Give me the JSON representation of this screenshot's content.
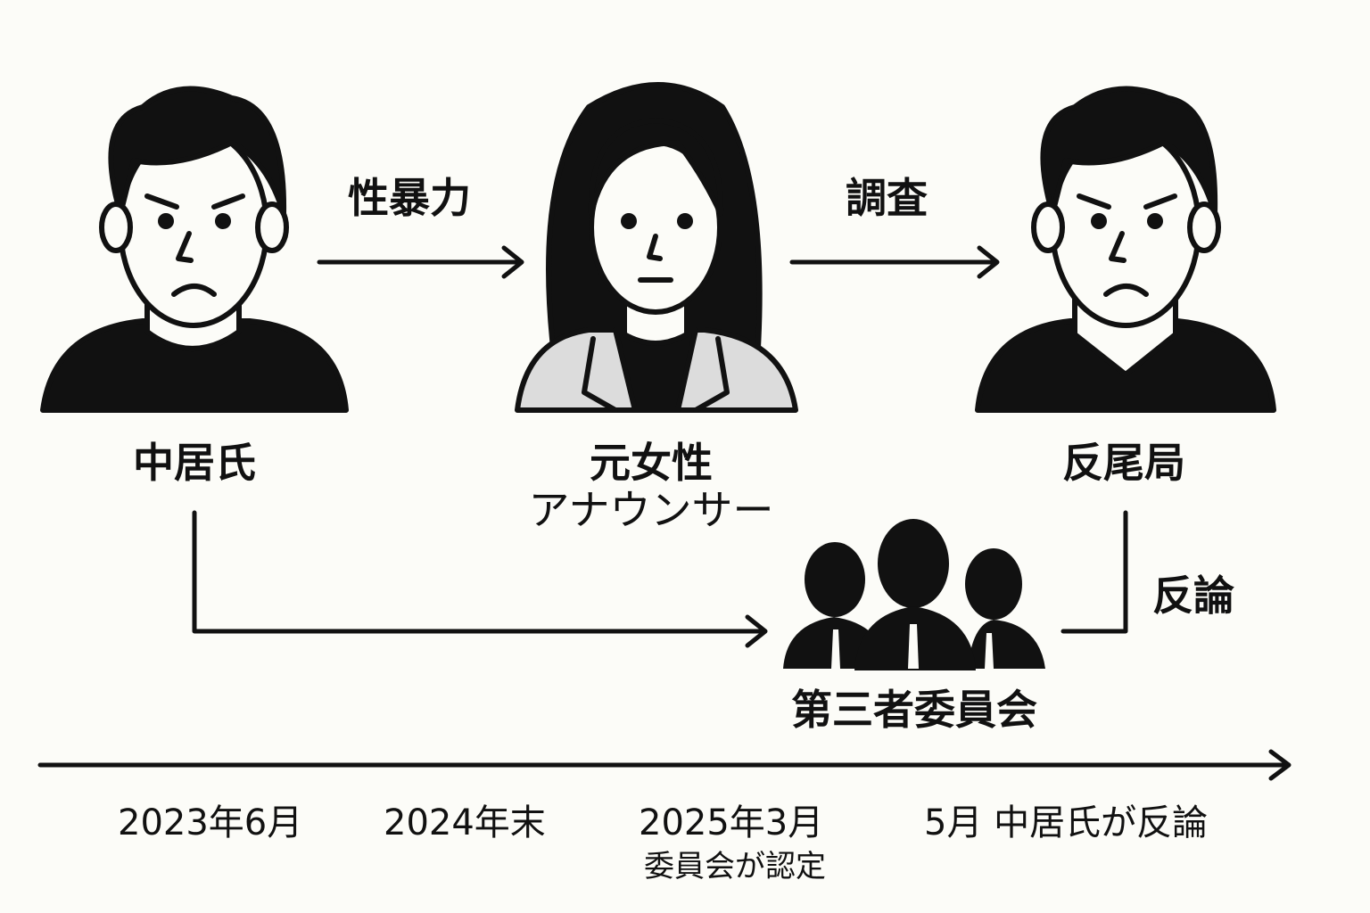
{
  "people": {
    "nakai": {
      "label": "中居氏"
    },
    "announcer": {
      "label_line1": "元女性",
      "label_line2": "アナウンサー"
    },
    "station": {
      "label": "反尾局"
    }
  },
  "arrows": {
    "violence": "性暴力",
    "investigation": "調査",
    "rebuttal": "反論"
  },
  "committee": {
    "label": "第三者委員会"
  },
  "timeline": {
    "events": [
      {
        "date": "2023年6月"
      },
      {
        "date": "2024年末"
      },
      {
        "date": "2025年3月",
        "note": "委員会が認定"
      },
      {
        "date": "5月 中居氏が反論"
      }
    ]
  },
  "colors": {
    "ink": "#111111",
    "background": "#fcfcf8",
    "jacket": "#dcdcdc"
  }
}
